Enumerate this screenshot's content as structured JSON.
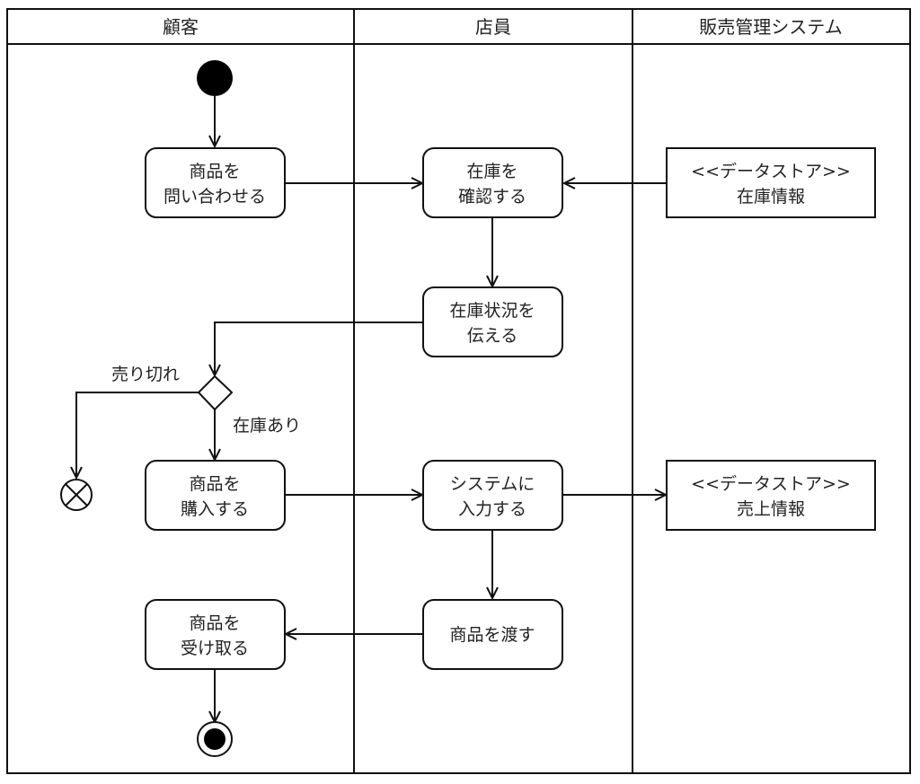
{
  "diagram": {
    "type": "UML activity diagram (swimlanes)",
    "lanes": [
      {
        "id": "customer",
        "label": "顧客"
      },
      {
        "id": "clerk",
        "label": "店員"
      },
      {
        "id": "system",
        "label": "販売管理システム"
      }
    ],
    "nodes": [
      {
        "id": "start",
        "kind": "initial",
        "lane": "customer"
      },
      {
        "id": "inquire",
        "kind": "action",
        "lane": "customer",
        "lines": [
          "商品を",
          "問い合わせる"
        ]
      },
      {
        "id": "check_stock",
        "kind": "action",
        "lane": "clerk",
        "lines": [
          "在庫を",
          "確認する"
        ]
      },
      {
        "id": "stock_info",
        "kind": "datastore",
        "lane": "system",
        "lines": [
          "<<データストア>>",
          "在庫情報"
        ]
      },
      {
        "id": "tell_status",
        "kind": "action",
        "lane": "clerk",
        "lines": [
          "在庫状況を",
          "伝える"
        ]
      },
      {
        "id": "decision",
        "kind": "decision",
        "lane": "customer"
      },
      {
        "id": "flow_final",
        "kind": "flow-final",
        "lane": "customer"
      },
      {
        "id": "purchase",
        "kind": "action",
        "lane": "customer",
        "lines": [
          "商品を",
          "購入する"
        ]
      },
      {
        "id": "input_system",
        "kind": "action",
        "lane": "clerk",
        "lines": [
          "システムに",
          "入力する"
        ]
      },
      {
        "id": "sales_info",
        "kind": "datastore",
        "lane": "system",
        "lines": [
          "<<データストア>>",
          "売上情報"
        ]
      },
      {
        "id": "hand_over",
        "kind": "action",
        "lane": "clerk",
        "lines": [
          "商品を渡す"
        ]
      },
      {
        "id": "receive",
        "kind": "action",
        "lane": "customer",
        "lines": [
          "商品を",
          "受け取る"
        ]
      },
      {
        "id": "end",
        "kind": "final",
        "lane": "customer"
      }
    ],
    "edges": [
      {
        "from": "start",
        "to": "inquire"
      },
      {
        "from": "inquire",
        "to": "check_stock"
      },
      {
        "from": "stock_info",
        "to": "check_stock"
      },
      {
        "from": "check_stock",
        "to": "tell_status"
      },
      {
        "from": "tell_status",
        "to": "decision"
      },
      {
        "from": "decision",
        "to": "flow_final",
        "guard": "売り切れ"
      },
      {
        "from": "decision",
        "to": "purchase",
        "guard": "在庫あり"
      },
      {
        "from": "purchase",
        "to": "input_system"
      },
      {
        "from": "input_system",
        "to": "sales_info"
      },
      {
        "from": "input_system",
        "to": "hand_over"
      },
      {
        "from": "hand_over",
        "to": "receive"
      },
      {
        "from": "receive",
        "to": "end"
      }
    ],
    "colors": {
      "stroke": "#111111",
      "text": "#222222",
      "background": "#ffffff"
    }
  }
}
